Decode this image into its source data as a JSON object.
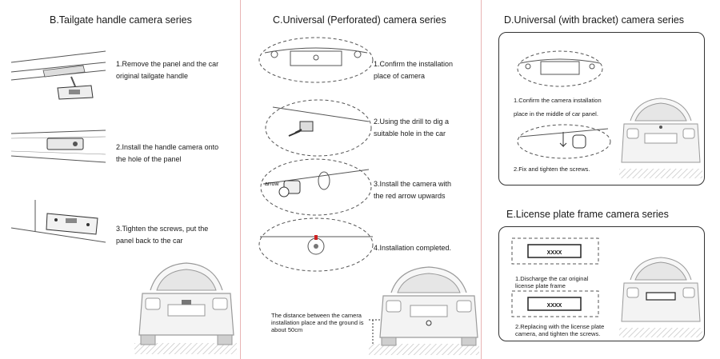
{
  "colors": {
    "divider": "#e8b4b4",
    "line": "#555555",
    "car_stroke": "#9a9a9a",
    "accent_red": "#cc2222"
  },
  "section_b": {
    "title": "B.Tailgate handle camera series",
    "steps": [
      {
        "line1": "1.Remove the panel and the car",
        "line2": "original tailgate handle"
      },
      {
        "line1": "2.Install the handle camera onto",
        "line2": "the hole of the panel"
      },
      {
        "line1": "3.Tighten the screws, put the",
        "line2": "panel back to the car"
      }
    ]
  },
  "section_c": {
    "title": "C.Universal (Perforated) camera series",
    "steps": [
      {
        "line1": "1.Confirm the installation",
        "line2": "place of camera"
      },
      {
        "line1": "2.Using the drill to dig a",
        "line2": "suitable hole in the car"
      },
      {
        "line1": "3.Install the camera with",
        "line2": "the red arrow upwards"
      },
      {
        "line1": "4.Installation completed.",
        "line2": ""
      }
    ],
    "arrow_label": "arrow",
    "distance_note": {
      "line1": "The distance between the camera",
      "line2": "installation place and the ground is",
      "line3": "about 50cm"
    }
  },
  "section_d": {
    "title": "D.Universal (with bracket) camera series",
    "steps": [
      {
        "line1": "1.Confirm the camera installation",
        "line2": "place in the middle of car panel."
      },
      {
        "line1": "2.Fix and tighten the screws.",
        "line2": ""
      }
    ]
  },
  "section_e": {
    "title": "E.License plate frame camera series",
    "plate_text": "XXXX",
    "steps": [
      {
        "line1": "1.Discharge the car original",
        "line2": "license plate frame"
      },
      {
        "line1": "2.Replacing with the license plate",
        "line2": "camera, and tighten the screws."
      }
    ]
  }
}
